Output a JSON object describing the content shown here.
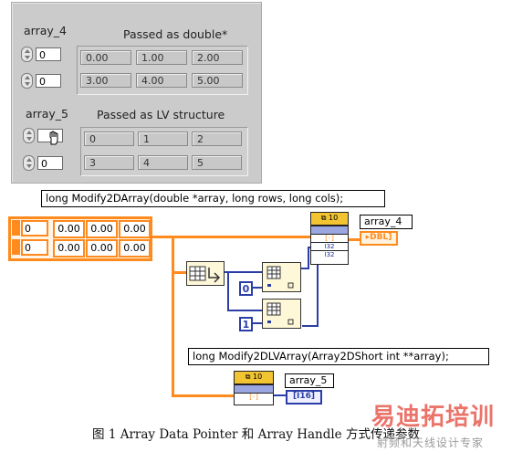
{
  "front_panel": {
    "array_4": {
      "label": "array_4",
      "caption": "Passed as double*",
      "index_row": "0",
      "index_col": "0",
      "rows": [
        [
          "0.00",
          "1.00",
          "2.00"
        ],
        [
          "3.00",
          "4.00",
          "5.00"
        ]
      ]
    },
    "array_5": {
      "label": "array_5",
      "caption": "Passed as LV structure",
      "index_row": "",
      "index_col": "0",
      "rows": [
        [
          "0",
          "1",
          "2"
        ],
        [
          "3",
          "4",
          "5"
        ]
      ]
    }
  },
  "block_diagram": {
    "call1_prototype": "long Modify2DArray(double *array, long rows, long cols);",
    "call2_prototype": "long Modify2DLVArray(Array2DShort int **array);",
    "constant_array": {
      "index_row": "0",
      "index_col": "0",
      "rows": [
        [
          "0.00",
          "0.00",
          "0.00"
        ],
        [
          "0.00",
          "0.00",
          "0.00"
        ]
      ]
    },
    "dim_constant_0": "0",
    "dim_constant_1": "1",
    "indicator_array_4": "array_4",
    "indicator_array_4_type": "▸DBL]",
    "indicator_array_5": "array_5",
    "indicator_array_5_type": "[I16]",
    "clfn_term_i32": "I32",
    "clfn_term_arr": "[◦]"
  },
  "caption": "图 1    Array Data Pointer 和 Array Handle 方式传递参数",
  "watermark": {
    "brand": "易迪拓培训",
    "slogan": "射频和天线设计专家"
  },
  "colors": {
    "panel_bg": "#cbcbcb",
    "dbl_wire": "#ff8a1e",
    "int_wire": "#2b3ea8",
    "node_header": "#f2c431",
    "watermark": "#e8655a"
  }
}
